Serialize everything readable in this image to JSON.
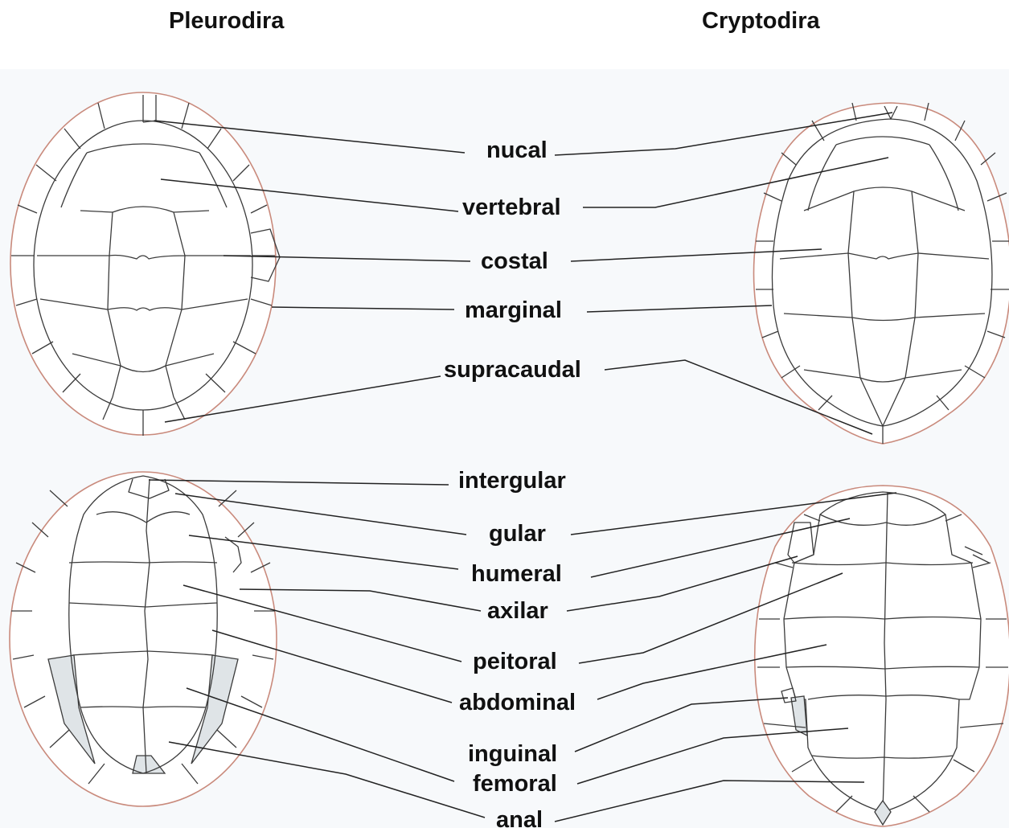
{
  "headings": {
    "left": "Pleurodira",
    "right": "Cryptodira"
  },
  "carapace_labels": {
    "nucal": "nucal",
    "vertebral": "vertebral",
    "costal": "costal",
    "marginal": "marginal",
    "supracaudal": "supracaudal"
  },
  "plastron_labels": {
    "intergular": "intergular",
    "gular": "gular",
    "humeral": "humeral",
    "axilar": "axilar",
    "peitoral": "peitoral",
    "abdominal": "abdominal",
    "inguinal": "inguinal",
    "femoral": "femoral",
    "anal": "anal"
  },
  "colors": {
    "shell_outline": "#c98a7c",
    "scute_lines": "#3b3b3b",
    "bridge_shading": "#dfe4e7",
    "background": "#f7f9fb"
  }
}
